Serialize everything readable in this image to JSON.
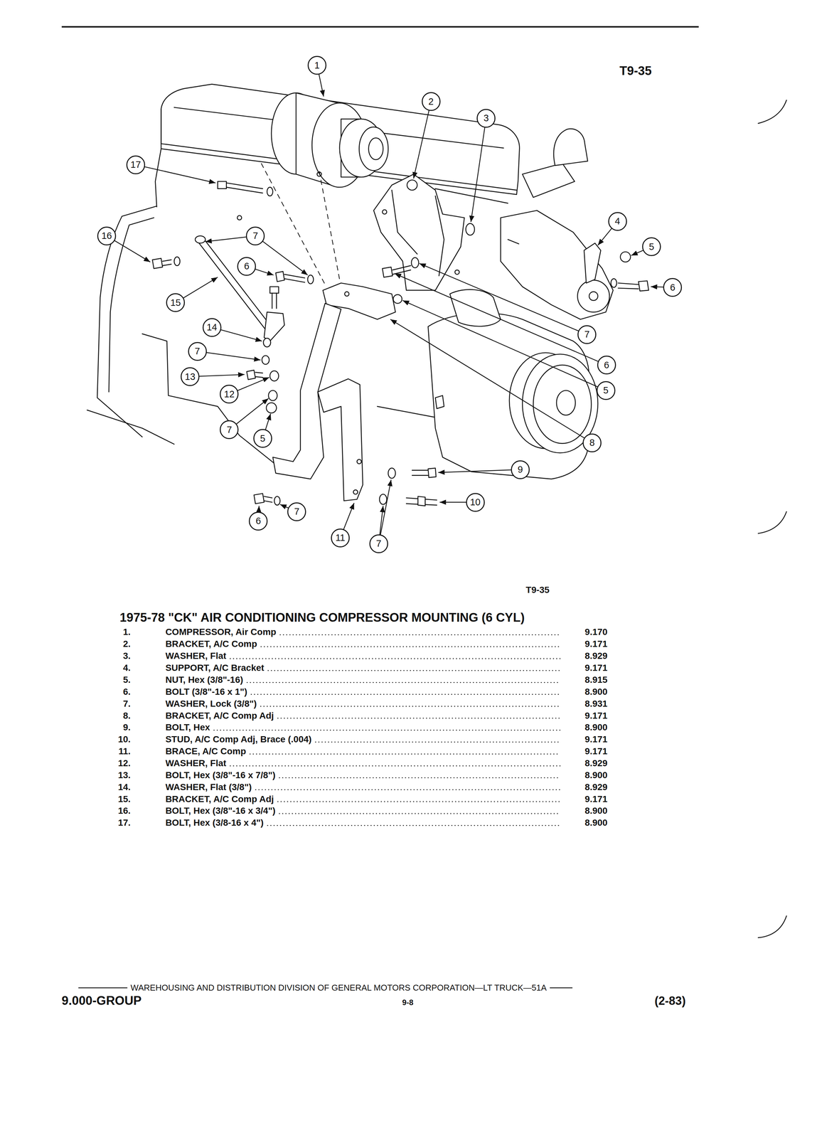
{
  "diagram": {
    "title": "1975-78 \"CK\" AIR CONDITIONING COMPRESSOR MOUNTING (6 CYL)",
    "nodes": [
      {
        "text": [
          "1"
        ]
      },
      {
        "text": [
          "2"
        ]
      },
      {
        "text": [
          "3"
        ]
      },
      {
        "text": [
          "17"
        ]
      },
      {
        "text": [
          "4"
        ]
      },
      {
        "text": [
          "16"
        ]
      },
      {
        "text": [
          "7"
        ]
      },
      {
        "text": [
          "5"
        ]
      },
      {
        "text": [
          "6"
        ]
      },
      {
        "text": [
          "6"
        ]
      },
      {
        "text": [
          "15"
        ]
      },
      {
        "text": [
          "14"
        ]
      },
      {
        "text": [
          "7"
        ]
      },
      {
        "text": [
          "7"
        ]
      },
      {
        "text": [
          "6"
        ]
      },
      {
        "text": [
          "13"
        ]
      },
      {
        "text": [
          "5"
        ]
      },
      {
        "text": [
          "12"
        ]
      },
      {
        "text": [
          "7"
        ]
      },
      {
        "text": [
          "5"
        ]
      },
      {
        "text": [
          "8"
        ]
      },
      {
        "text": [
          "9"
        ]
      },
      {
        "text": [
          "10"
        ]
      },
      {
        "text": [
          "7"
        ]
      },
      {
        "text": [
          "6"
        ]
      },
      {
        "text": [
          "11"
        ]
      },
      {
        "text": [
          "7"
        ]
      }
    ],
    "labels": [
      "T9-35",
      "T9-35",
      "1.",
      "COMPRESSOR, Air Comp",
      "9.170",
      "2.",
      "BRACKET, A/C Comp",
      "9.171",
      "3.",
      "WASHER, Flat",
      "8.929",
      "4.",
      "SUPPORT, A/C Bracket",
      "9.171",
      "5.",
      "NUT, Hex (3/8\"-16)",
      "8.915",
      "6.",
      "BOLT (3/8\"-16 x 1\")",
      "8.900",
      "7.",
      "WASHER, Lock (3/8\")",
      "8.931",
      "8.",
      "BRACKET, A/C Comp Adj",
      "9.171",
      "9.",
      "BOLT, Hex",
      "8.900",
      "10.",
      "STUD, A/C Comp Adj, Brace (.004)",
      "9.171",
      "11.",
      "BRACE, A/C Comp",
      "9.171",
      "12.",
      "WASHER, Flat",
      "8.929",
      "13.",
      "BOLT, Hex (3/8\"-16 x 7/8\")",
      "8.900",
      "14.",
      "WASHER, Flat (3/8\")",
      "8.929",
      "15.",
      "BRACKET, A/C Comp Adj",
      "9.171",
      "16.",
      "BOLT, Hex (3/8\"-16 x 3/4\")",
      "8.900",
      "17.",
      "BOLT, Hex (3/8-16 x 4\")",
      "8.900",
      "WAREHOUSING AND DISTRIBUTION DIVISION OF GENERAL MOTORS CORPORATION—LT TRUCK—51A",
      "9.000-GROUP",
      "9-8",
      "(2-83)"
    ]
  }
}
